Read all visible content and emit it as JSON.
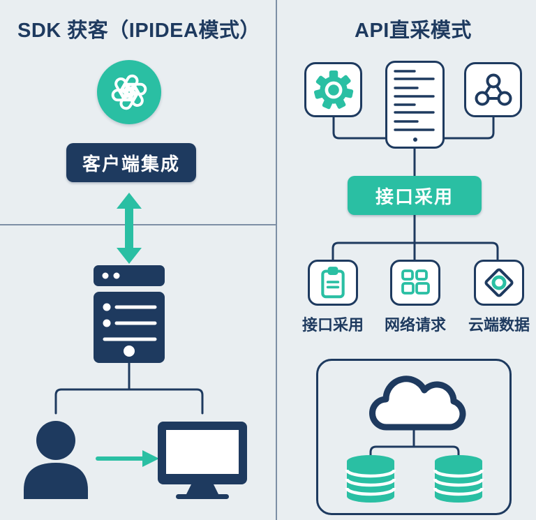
{
  "colors": {
    "navy": "#1e3a5f",
    "teal": "#2abfa3",
    "bg": "#e9eef1",
    "line": "#7d8fa5",
    "white": "#ffffff"
  },
  "left_panel": {
    "title": "SDK 获客（IPIDEA模式）",
    "client_integration_label": "客户端集成",
    "icons": [
      {
        "name": "openai-logo"
      },
      {
        "name": "double-arrow-icon"
      },
      {
        "name": "server-icon"
      },
      {
        "name": "user-icon"
      },
      {
        "name": "arrow-right-icon"
      },
      {
        "name": "monitor-icon"
      }
    ]
  },
  "right_panel": {
    "title": "API直采模式",
    "api_adoption_label": "接口采用",
    "top_icons": [
      {
        "name": "gear-icon"
      },
      {
        "name": "document-lines-icon"
      },
      {
        "name": "network-nodes-icon"
      }
    ],
    "features": [
      {
        "label": "接口采用",
        "icon": "clipboard-icon"
      },
      {
        "label": "网络请求",
        "icon": "grid-icon"
      },
      {
        "label": "云端数据",
        "icon": "diamond-data-icon"
      }
    ],
    "cloud_section": {
      "icons": [
        {
          "name": "cloud-icon"
        },
        {
          "name": "database-icon"
        },
        {
          "name": "database-icon"
        }
      ]
    }
  }
}
